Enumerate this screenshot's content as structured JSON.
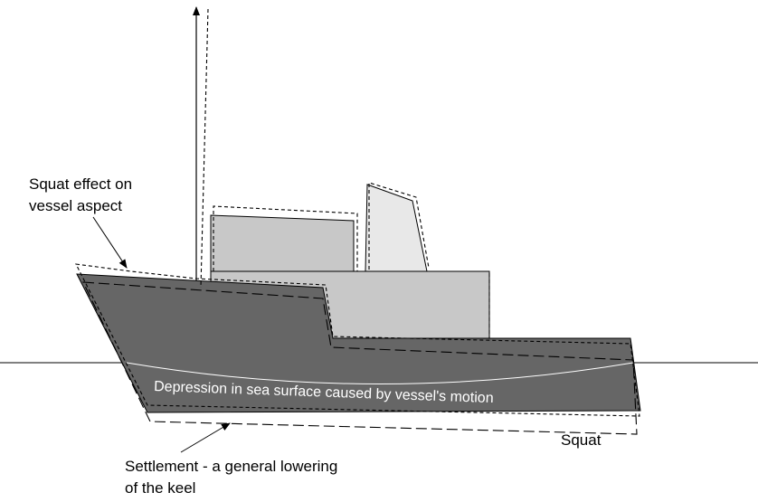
{
  "labels": {
    "squat_effect_line1": "Squat effect on",
    "squat_effect_line2": "vessel aspect",
    "depression": "Depression in sea surface caused by vessel's motion",
    "squat": "Squat",
    "settlement_line1": "Settlement - a general lowering",
    "settlement_line2": "of the keel"
  },
  "colors": {
    "hull": "#666666",
    "superstructure": "#c8c8c8",
    "funnel": "#e8e8e8",
    "outline": "#000000",
    "background": "#ffffff"
  }
}
